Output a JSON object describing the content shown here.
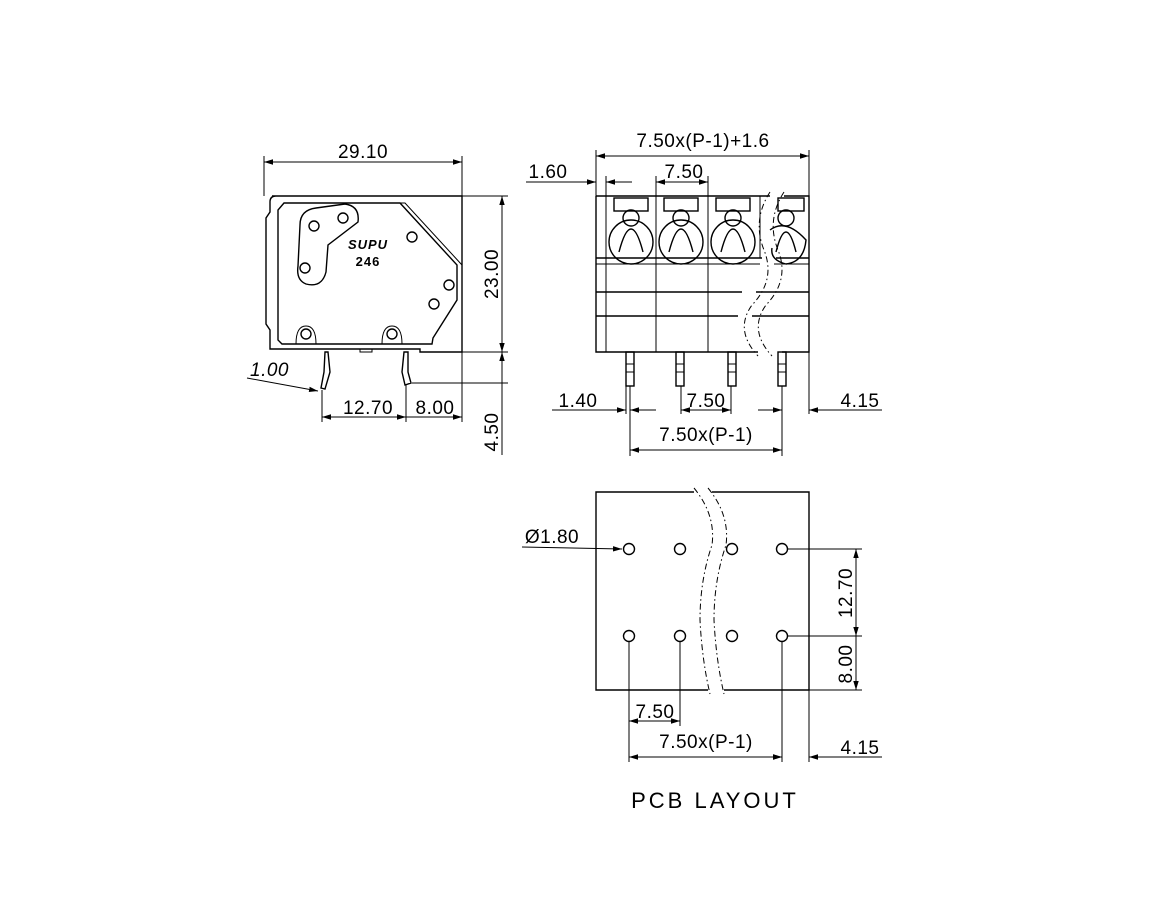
{
  "side_view": {
    "dim_width": "29.10",
    "dim_height": "23.00",
    "dim_wire": "1.00",
    "dim_pin_spacing": "12.70",
    "dim_pin_offset": "8.00",
    "dim_pin_length": "4.50",
    "logo_text": "SUPU",
    "model_text": "246"
  },
  "front_view": {
    "dim_total": "7.50x(P-1)+1.6",
    "dim_edge": "1.60",
    "dim_pitch_top": "7.50",
    "dim_pin_left": "1.40",
    "dim_pitch_bottom": "7.50",
    "dim_pin_right": "4.15",
    "dim_pin_span": "7.50x(P-1)"
  },
  "pcb_layout": {
    "dim_hole": "Ø1.80",
    "dim_row_spacing": "12.70",
    "dim_row_offset": "8.00",
    "dim_pitch": "7.50",
    "dim_span": "7.50x(P-1)",
    "dim_right": "4.15",
    "title": "PCB LAYOUT"
  }
}
